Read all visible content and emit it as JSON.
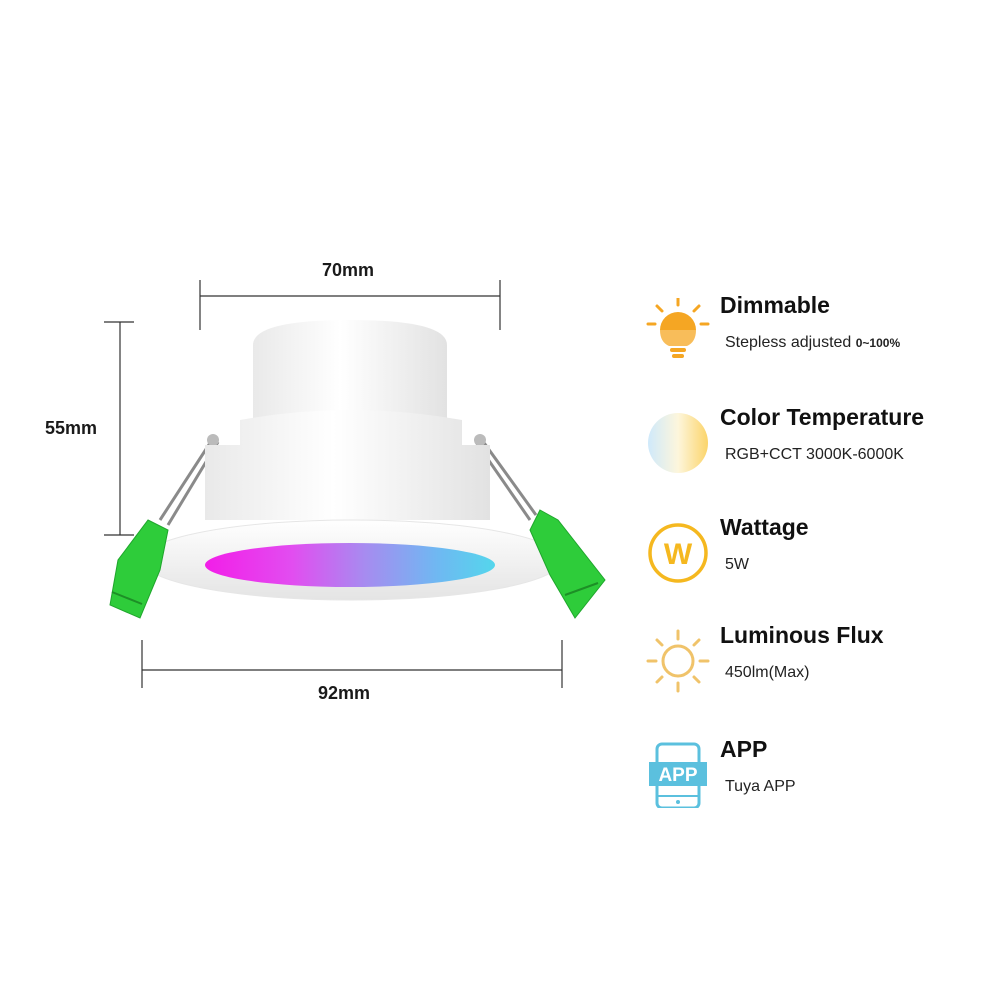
{
  "dimensions": {
    "top_width": "70mm",
    "height": "55mm",
    "bottom_width": "92mm"
  },
  "features": [
    {
      "icon": "dimmable-bulb-icon",
      "title": "Dimmable",
      "sub_main": "Stepless adjusted ",
      "sub_small": "0~100%"
    },
    {
      "icon": "color-temperature-icon",
      "title": "Color Temperature",
      "sub_main": "RGB+CCT  3000K-6000K",
      "sub_small": ""
    },
    {
      "icon": "wattage-icon",
      "title": "Wattage",
      "sub_main": "5W",
      "sub_small": "",
      "icon_text": "W"
    },
    {
      "icon": "sun-icon",
      "title": "Luminous Flux",
      "sub_main": "450lm(Max)",
      "sub_small": ""
    },
    {
      "icon": "app-phone-icon",
      "title": "APP",
      "sub_main": "Tuya APP",
      "sub_small": "",
      "icon_text": "APP"
    }
  ],
  "colors": {
    "accent_orange": "#f5a623",
    "clip_green": "#2ecc3a",
    "app_blue": "#5bc0de"
  }
}
